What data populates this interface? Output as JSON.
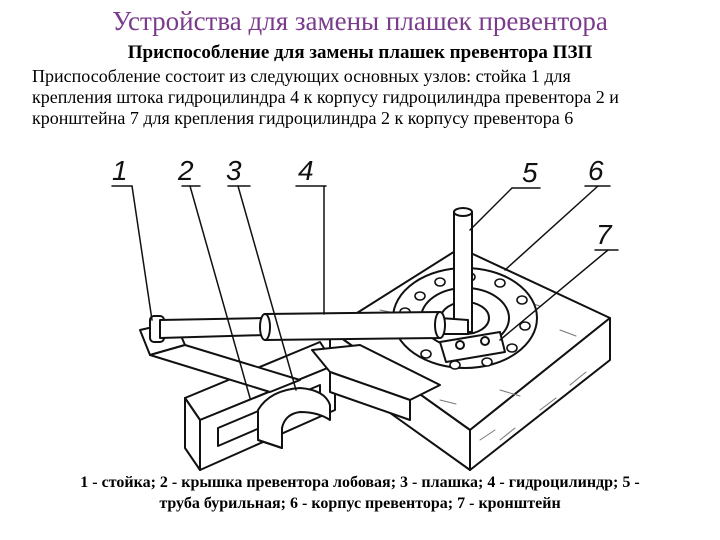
{
  "slide": {
    "title": "Устройства для замены плашек превентора",
    "subtitle": "Приспособление для замены плашек превентора ПЗП",
    "description_lines": [
      "Приспособление состоит из следующих основных узлов: стойка 1 для",
      "крепления штока гидроцилиндра 4 к корпусу гидроцилиндра превентора 2 и",
      "кронштейна 7 для крепления гидроцилиндра 2 к корпусу превентора 6"
    ],
    "caption_lines": [
      "1 - стойка; 2 - крышка превентора лобовая; 3 - плашка; 4 - гидроцилиндр; 5 -",
      "труба бурильная; 6 - корпус превентора; 7 - кронштейн"
    ]
  },
  "drawing": {
    "labels": [
      "1",
      "2",
      "3",
      "4",
      "5",
      "6",
      "7"
    ]
  },
  "colors": {
    "title": "#7a3b8c",
    "text": "#000000",
    "line": "#111111"
  }
}
